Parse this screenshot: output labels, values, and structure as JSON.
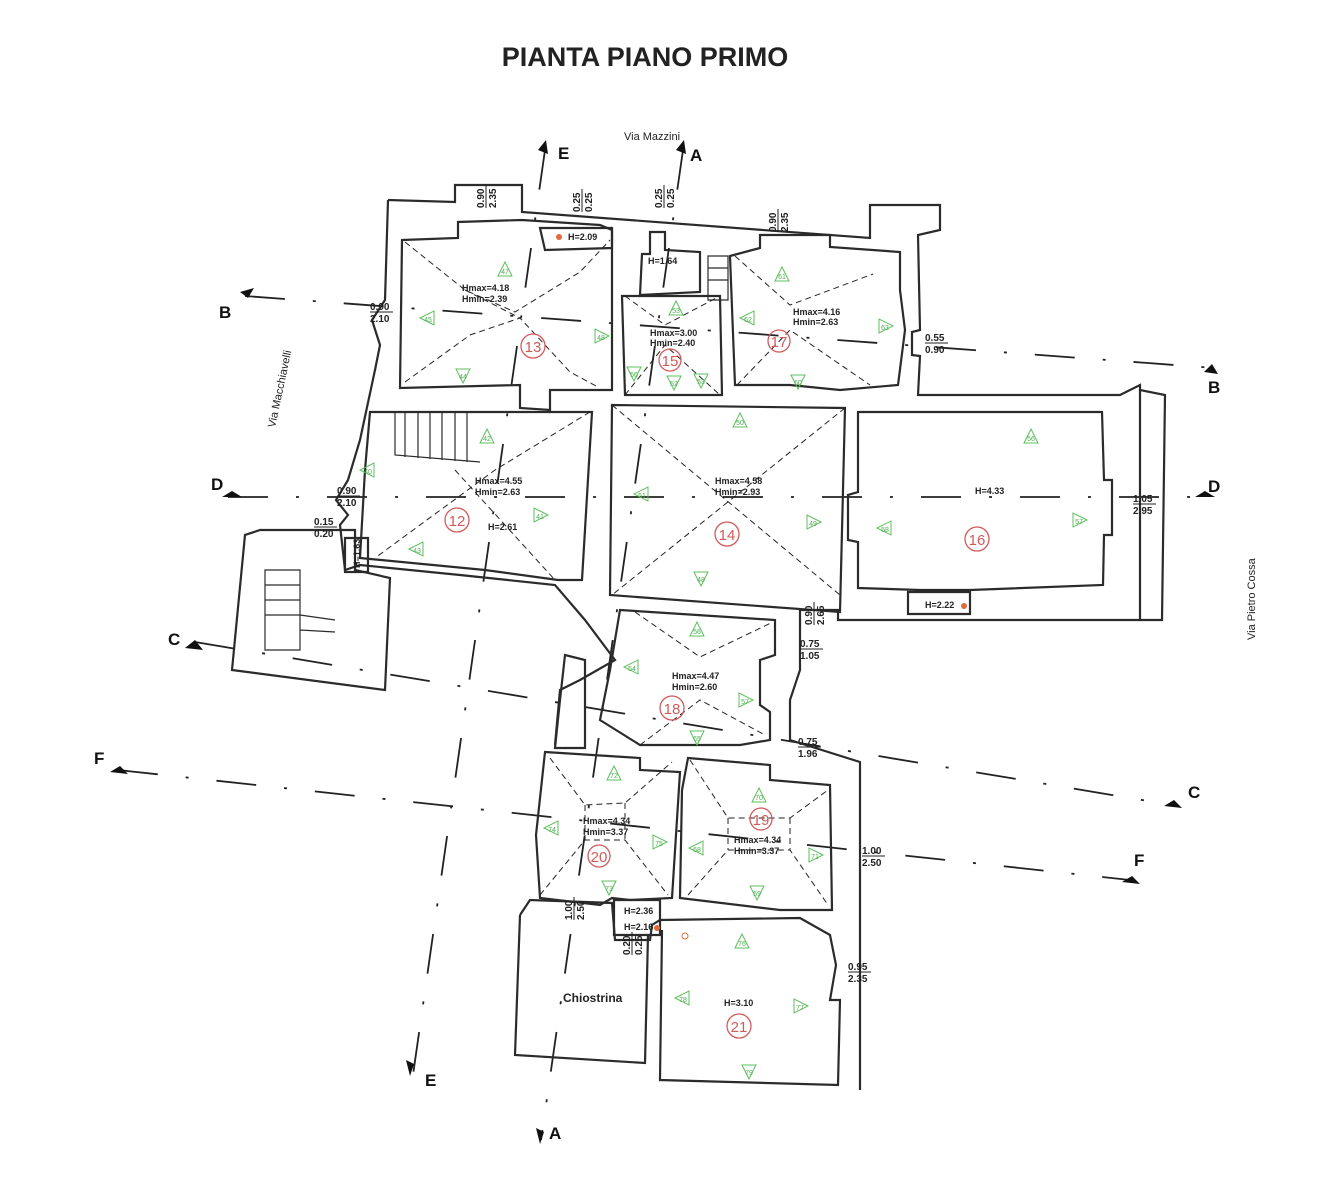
{
  "title": "PIANTA PIANO PRIMO",
  "streets": {
    "north": "Via Mazzini",
    "west": "Via Macchiavelli",
    "east": "Via Pietro Cossa"
  },
  "section_labels": {
    "A": "A",
    "B": "B",
    "C": "C",
    "D": "D",
    "E": "E",
    "F": "F"
  },
  "rooms": [
    {
      "number": "12",
      "heights": [
        "Hmax=4.55",
        "Hmin=2.63"
      ],
      "extra": "H=2.61"
    },
    {
      "number": "13",
      "heights": [
        "Hmax=4.18",
        "Hmin=2.39"
      ]
    },
    {
      "number": "14",
      "heights": [
        "Hmax=4.58",
        "Hmin=2.93"
      ]
    },
    {
      "number": "15",
      "heights": [
        "Hmax=3.00",
        "Hmin=2.40"
      ]
    },
    {
      "number": "16",
      "heights": [
        "H=4.33"
      ]
    },
    {
      "number": "17",
      "heights": [
        "Hmax=4.16",
        "Hmin=2.63"
      ]
    },
    {
      "number": "18",
      "heights": [
        "Hmax=4.47",
        "Hmin=2.60"
      ]
    },
    {
      "number": "19",
      "heights": [
        "Hmax=4.34",
        "Hmin=3.37"
      ]
    },
    {
      "number": "20",
      "heights": [
        "Hmax=4.34",
        "Hmin=3.37"
      ]
    },
    {
      "number": "21",
      "heights": [
        "H=3.10"
      ]
    }
  ],
  "chiostrina": "Chiostrina",
  "small_heights": [
    "H=2.09",
    "H=1.64",
    "H=2.22",
    "H=2.36",
    "H=2.16",
    "H=1.63"
  ],
  "dimensions": [
    {
      "top": "0.90",
      "bottom": "2.35"
    },
    {
      "top": "0.25",
      "bottom": "0.25"
    },
    {
      "top": "0.25",
      "bottom": "0.25"
    },
    {
      "top": "0.90",
      "bottom": "2.35"
    },
    {
      "top": "0.55",
      "bottom": "0.90"
    },
    {
      "top": "0.90",
      "bottom": "2.10"
    },
    {
      "top": "0.90",
      "bottom": "2.10"
    },
    {
      "top": "0.15",
      "bottom": "0.20"
    },
    {
      "top": "1.05",
      "bottom": "2.95"
    },
    {
      "top": "0.90",
      "bottom": "2.65"
    },
    {
      "top": "0.75",
      "bottom": "1.05"
    },
    {
      "top": "0.75",
      "bottom": "1.96"
    },
    {
      "top": "1.00",
      "bottom": "2.50"
    },
    {
      "top": "1.00",
      "bottom": "2.50"
    },
    {
      "top": "0.20",
      "bottom": "0.25"
    },
    {
      "top": "0.95",
      "bottom": "2.35"
    }
  ],
  "photo_points": [
    "47",
    "45",
    "48",
    "44",
    "53",
    "56",
    "52",
    "53",
    "61",
    "62",
    "63",
    "60",
    "42",
    "40",
    "41",
    "43",
    "50",
    "51",
    "49",
    "48",
    "58",
    "56",
    "57",
    "56",
    "54",
    "57",
    "65",
    "70",
    "68",
    "71",
    "69",
    "72",
    "74",
    "75",
    "73",
    "76",
    "78",
    "77",
    "79"
  ],
  "colors": {
    "walls": "#2b2b2b",
    "room_numbers": "#d15b5b",
    "photo_points": "#5cbf5c"
  }
}
